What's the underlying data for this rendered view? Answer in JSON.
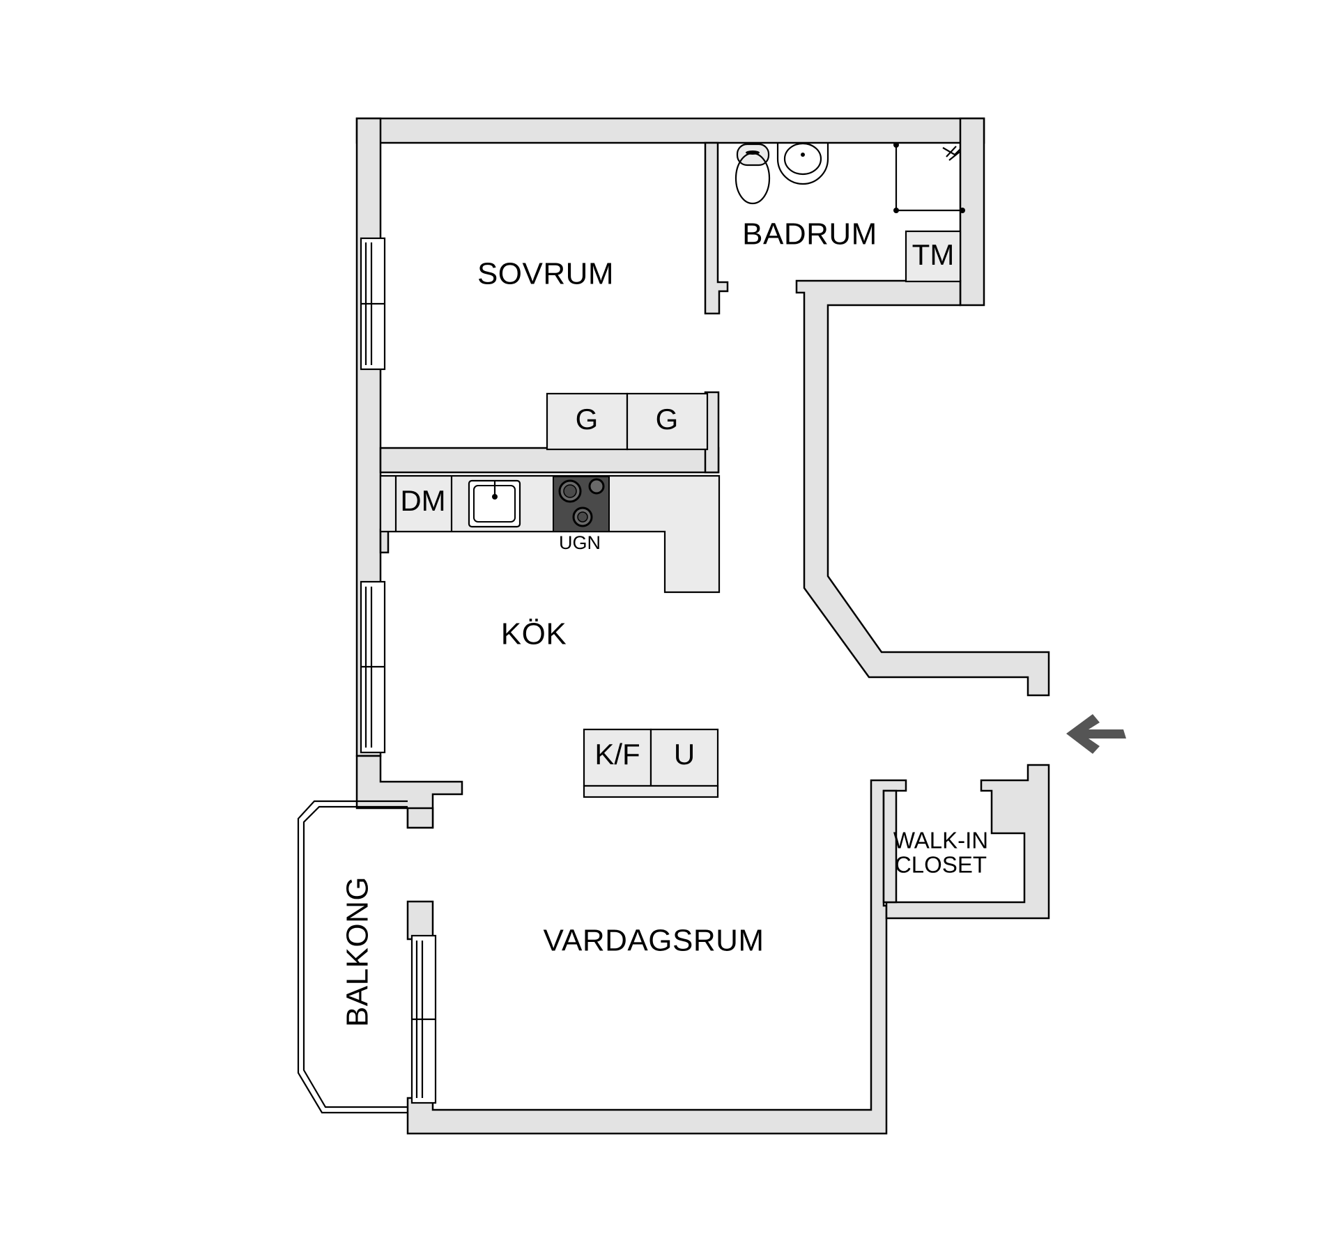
{
  "rooms": {
    "sovrum": "SOVRUM",
    "badrum": "BADRUM",
    "kok": "KÖK",
    "vardagsrum": "VARDAGSRUM",
    "balkong": "BALKONG",
    "walkin_line1": "WALK-IN",
    "walkin_line2": "CLOSET"
  },
  "fixtures": {
    "tm": "TM",
    "wardrobe_left": "G",
    "wardrobe_right": "G",
    "dm": "DM",
    "ugn": "UGN",
    "kf": "K/F",
    "u": "U"
  },
  "icons": {
    "entrance": "entrance-arrow-icon",
    "toilet": "toilet-icon",
    "washbasin": "washbasin-icon",
    "shower": "shower-icon",
    "sink": "kitchen-sink-icon",
    "stove": "stove-icon"
  },
  "colors": {
    "wall_fill": "#e3e3e3",
    "fixture_fill": "#ebebeb",
    "stove_fill": "#4a4a4a",
    "arrow": "#555555"
  }
}
